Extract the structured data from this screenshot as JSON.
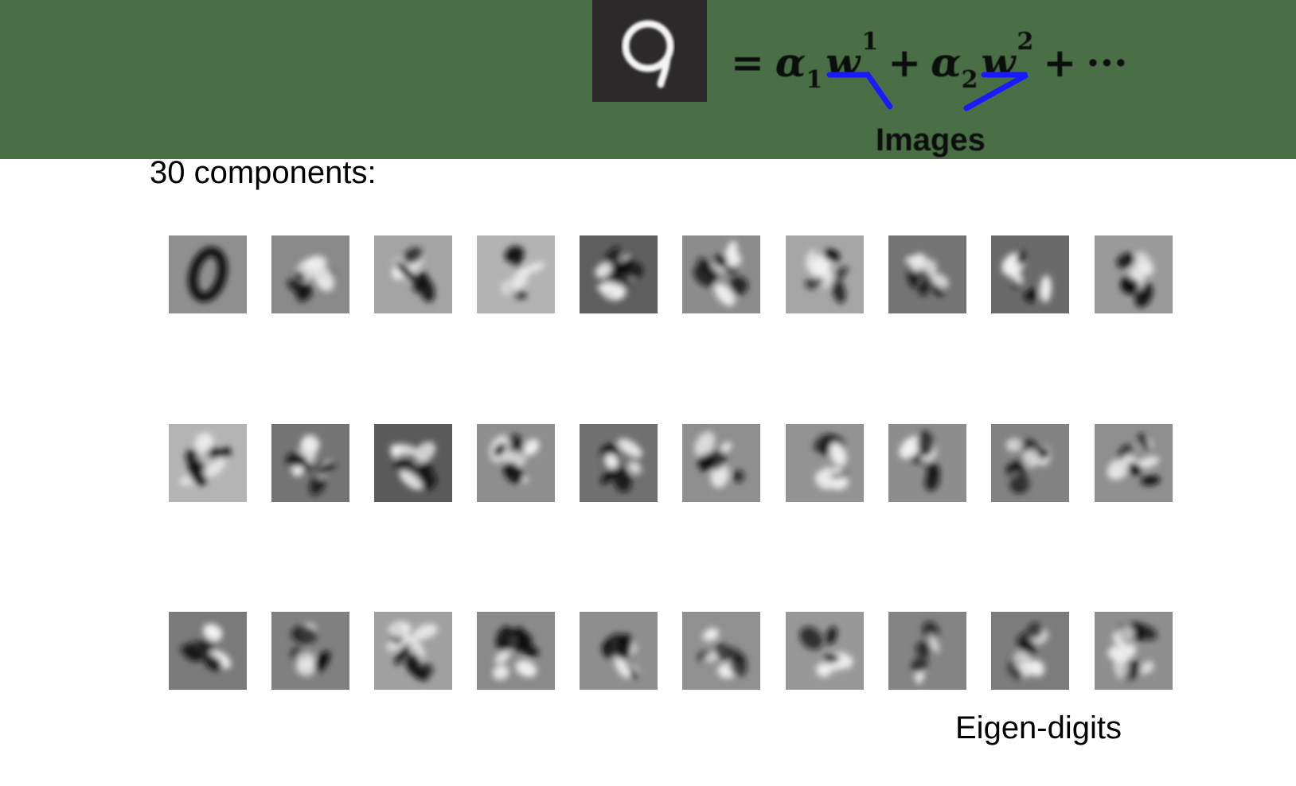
{
  "equation": {
    "lhs_digit": "9",
    "equals": "=",
    "terms": [
      {
        "coef": "α",
        "coef_sub": "1",
        "basis": "w",
        "basis_sup": "1"
      },
      {
        "coef": "α",
        "coef_sub": "2",
        "basis": "w",
        "basis_sup": "2"
      }
    ],
    "plus": "+",
    "ellipsis": "···"
  },
  "images_label": "Images",
  "components_label": "30 components:",
  "eigen_label": "Eigen-digits",
  "colors": {
    "banner": "#4a6f47",
    "digit_tile": "#2b2929",
    "arrow": "#1a1aff"
  },
  "eigen_digits": {
    "rows": 3,
    "cols": 10,
    "tiles": [
      {
        "name": "eigen-digit-1",
        "icon": "zero-shape-icon"
      },
      {
        "name": "eigen-digit-2",
        "icon": "blur-pattern-icon"
      },
      {
        "name": "eigen-digit-3",
        "icon": "blur-pattern-icon"
      },
      {
        "name": "eigen-digit-4",
        "icon": "blur-pattern-icon"
      },
      {
        "name": "eigen-digit-5",
        "icon": "blur-pattern-icon"
      },
      {
        "name": "eigen-digit-6",
        "icon": "blur-pattern-icon"
      },
      {
        "name": "eigen-digit-7",
        "icon": "blur-pattern-icon"
      },
      {
        "name": "eigen-digit-8",
        "icon": "blur-pattern-icon"
      },
      {
        "name": "eigen-digit-9",
        "icon": "blur-pattern-icon"
      },
      {
        "name": "eigen-digit-10",
        "icon": "blur-pattern-icon"
      },
      {
        "name": "eigen-digit-11",
        "icon": "blur-pattern-icon"
      },
      {
        "name": "eigen-digit-12",
        "icon": "blur-pattern-icon"
      },
      {
        "name": "eigen-digit-13",
        "icon": "blur-pattern-icon"
      },
      {
        "name": "eigen-digit-14",
        "icon": "blur-pattern-icon"
      },
      {
        "name": "eigen-digit-15",
        "icon": "blur-pattern-icon"
      },
      {
        "name": "eigen-digit-16",
        "icon": "blur-pattern-icon"
      },
      {
        "name": "eigen-digit-17",
        "icon": "blur-pattern-icon"
      },
      {
        "name": "eigen-digit-18",
        "icon": "blur-pattern-icon"
      },
      {
        "name": "eigen-digit-19",
        "icon": "blur-pattern-icon"
      },
      {
        "name": "eigen-digit-20",
        "icon": "blur-pattern-icon"
      },
      {
        "name": "eigen-digit-21",
        "icon": "blur-pattern-icon"
      },
      {
        "name": "eigen-digit-22",
        "icon": "blur-pattern-icon"
      },
      {
        "name": "eigen-digit-23",
        "icon": "blur-pattern-icon"
      },
      {
        "name": "eigen-digit-24",
        "icon": "blur-pattern-icon"
      },
      {
        "name": "eigen-digit-25",
        "icon": "blur-pattern-icon"
      },
      {
        "name": "eigen-digit-26",
        "icon": "blur-pattern-icon"
      },
      {
        "name": "eigen-digit-27",
        "icon": "blur-pattern-icon"
      },
      {
        "name": "eigen-digit-28",
        "icon": "blur-pattern-icon"
      },
      {
        "name": "eigen-digit-29",
        "icon": "blur-pattern-icon"
      },
      {
        "name": "eigen-digit-30",
        "icon": "blur-pattern-icon"
      }
    ]
  }
}
